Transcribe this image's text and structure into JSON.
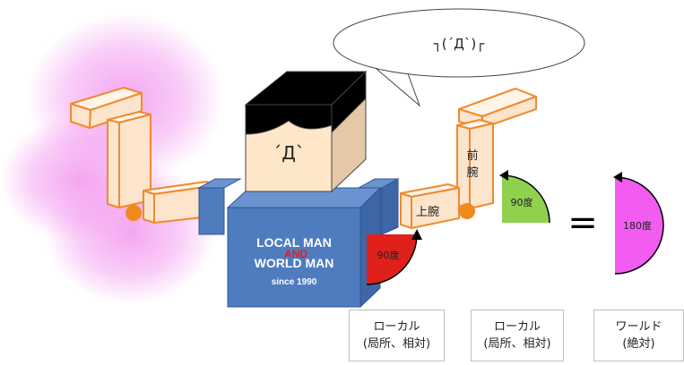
{
  "speech_bubble": {
    "text": "┐(´Д`)┌"
  },
  "face": {
    "text": "´Д`"
  },
  "shirt": {
    "line1": "LOCAL MAN",
    "and": "AND",
    "line2": "WORLD MAN",
    "since": "since 1990"
  },
  "labels": {
    "forearm": "前\n腕",
    "upper_arm": "上腕",
    "local_angle_shoulder": "90度",
    "local_angle_elbow": "90度",
    "world_angle": "180度",
    "equals": "="
  },
  "boxes": [
    {
      "line1": "ローカル",
      "line2": "(局所、相対)"
    },
    {
      "line1": "ローカル",
      "line2": "(局所、相対)"
    },
    {
      "line1": "ワールド",
      "line2": "(絶対)"
    }
  ],
  "colors": {
    "glow": "#f39cf0",
    "arm_fill": "#fde4cc",
    "arm_stroke": "#ef8a2e",
    "joint": "#f08a1c",
    "shirt_front": "#4f7cbf",
    "shirt_side": "#3d67a6",
    "hair": "#000000",
    "skin": "#fde7c8",
    "skin_side": "#e6c8a8",
    "angle_red": "#e0201b",
    "angle_green": "#8fd14f",
    "angle_magenta": "#f25cf0"
  }
}
